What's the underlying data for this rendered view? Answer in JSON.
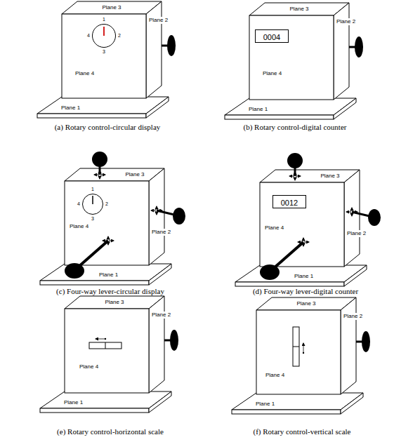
{
  "diagram": {
    "nodes": [
      {
        "text": [
          "1",
          "4",
          "2",
          "3"
        ]
      },
      {
        "text": [
          "0004"
        ]
      },
      {
        "text": [
          "1",
          "4",
          "2",
          "3"
        ]
      },
      {
        "text": [
          "0012"
        ]
      }
    ],
    "labels": [
      "Plane 3",
      "Plane 2",
      "Plane 4",
      "Plane 1",
      "(a) Rotary control-circular display",
      "Plane 3",
      "Plane 2",
      "Plane 4",
      "Plane 1",
      "(b) Rotary control-digital counter",
      "Plane 3",
      "Plane 2",
      "Plane 4",
      "Plane 1",
      "(c) Four-way lever-circular display",
      "Plane 3",
      "Plane 2",
      "Plane 4",
      "Plane 1",
      "(d) Four-way lever-digital counter",
      "Plane 3",
      "Plane 2",
      "Plane 4",
      "Plane 1",
      "(e) Rotary control-horizontal scale",
      "Plane 3",
      "Plane 2",
      "Plane 4",
      "Plane 1",
      "(f) Rotary control-vertical scale"
    ]
  }
}
